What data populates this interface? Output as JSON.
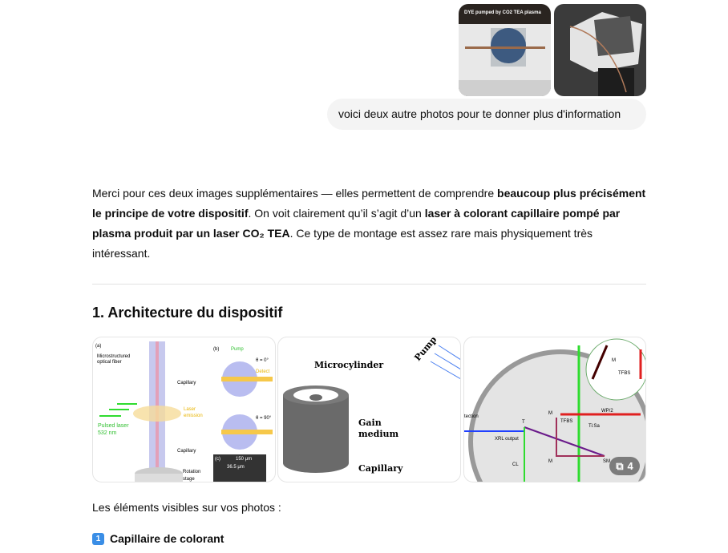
{
  "user_message": {
    "photo1_caption": "DYE pumped by CO2 TEA plasma",
    "text": "voici deux autre photos pour te donner plus d'information"
  },
  "assistant": {
    "p1": "Merci pour ces deux images supplémentaires — elles permettent de comprendre ",
    "p1_b1": "beaucoup plus précisément le principe de votre dispositif",
    "p1_2": ". On voit clairement qu’il s’agit d’un ",
    "p1_b2": "laser à colorant capillaire pompé par plasma produit par un laser CO₂ TEA",
    "p1_3": ". Ce type de montage est assez rare mais physiquement très intéressant.",
    "heading": "1. Architecture du dispositif",
    "gallery": {
      "img1": {
        "a": "(a)",
        "fiber": "Microstructured",
        "fiber2": "optical fiber",
        "cap": "Capillary",
        "laser": "Laser",
        "emission": "emission",
        "pulsed": "Pulsed laser",
        "nm": "532 nm",
        "rot": "Rotation",
        "stage": "stage",
        "b": "(b)",
        "pump": "Pump",
        "detect": "Detect",
        "th0": "θ = 0°",
        "th90": "θ = 90°",
        "c": "(c)",
        "um150": "150 μm",
        "um36": "36.5 μm"
      },
      "img2": {
        "micro": "Microcylinder",
        "gain": "Gain",
        "medium": "medium",
        "cap": "Capillary",
        "pump": "Pump"
      },
      "img3": {
        "m": "M",
        "tfbs": "TFBS",
        "wp": "WP/2",
        "tisa": "Ti:Sa",
        "t": "T",
        "xrl": "XRL output",
        "cl": "CL",
        "sm": "SM",
        "det": "tection"
      },
      "more_count": "4"
    },
    "t1": "Les éléments visibles sur vos photos :",
    "t2_num": "1",
    "t2": "Capillaire de colorant"
  }
}
